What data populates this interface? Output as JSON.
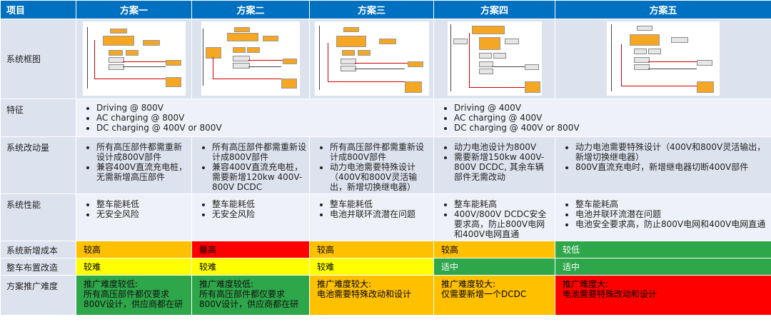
{
  "header": {
    "item": "项目",
    "schemes": [
      "方案一",
      "方案二",
      "方案三",
      "方案四",
      "方案五"
    ]
  },
  "rows": {
    "diagram": {
      "label": "系统框图"
    },
    "features": {
      "label": "特征",
      "group_800v": [
        "Driving @ 800V",
        "AC charging @ 800V",
        "DC charging @ 400V or 800V"
      ],
      "group_400v": [
        "Driving @ 400V",
        "AC charging @ 400V",
        "DC charging @ 400V or 800V"
      ]
    },
    "changes": {
      "label": "系统改动量",
      "s1": [
        "所有高压部件都需重新设计成800V部件",
        "兼容400V直流充电桩，无需新增高压部件"
      ],
      "s2": [
        "所有高压部件都需重新设计成800V部件",
        "兼容400V直流充电桩，需要新增120kw 400V-800V DCDC"
      ],
      "s3": [
        "所有高压部件都需重新设计成800V部件",
        "动力电池需要特殊设计（400V和800V灵活输出，新增切换继电器）"
      ],
      "s4": [
        "动力电池设计为800V",
        "需要新增150kw 400V-800V DCDC, 其余车辆部件无需改动"
      ],
      "s5": [
        "动力电池需要特殊设计（400V和800V灵活输出，新增切换继电器）",
        "800V直流充电时，新增继电器切断400V部件"
      ]
    },
    "performance": {
      "label": "系统性能",
      "s1": [
        "整车能耗低",
        "无安全风险"
      ],
      "s2": [
        "整车能耗低",
        "无安全风险"
      ],
      "s3": [
        "整车能耗低",
        "电池并联环流潜在问题"
      ],
      "s4": [
        "整车能耗高",
        "400V/800V DCDC安全要求高，防止800V电网和400V电网直通"
      ],
      "s5": [
        "整车能耗高",
        "电池并联环流潜在问题",
        "电池安全要求高，防止800V电网和400V电网直通"
      ]
    },
    "cost": {
      "label": "系统新增成本",
      "values": [
        "较高",
        "最高",
        "较高",
        "较高",
        "较低"
      ]
    },
    "layout": {
      "label": "整车布置改造",
      "values": [
        "较难",
        "较难",
        "较难",
        "适中",
        "适中"
      ]
    },
    "promotion": {
      "label": "方案推广难度",
      "s1": "推广难度较低:\n所有高压部件都仅要求800V设计，供应商都在研",
      "s2": "推广难度较低:\n所有高压部件都仅要求800V设计，供应商都在研",
      "s3": "推广难度较大:\n电池需要特殊改动和设计",
      "s4": "推广难度较大:\n仅需要新增一个DCDC",
      "s5": "推广难度大:\n电池需要特殊改动和设计"
    }
  },
  "colors": {
    "header_blue": "#0070c0",
    "orange": "#ffc000",
    "red": "#ff0000",
    "yellow": "#ffff00",
    "green": "#2ea64a"
  }
}
